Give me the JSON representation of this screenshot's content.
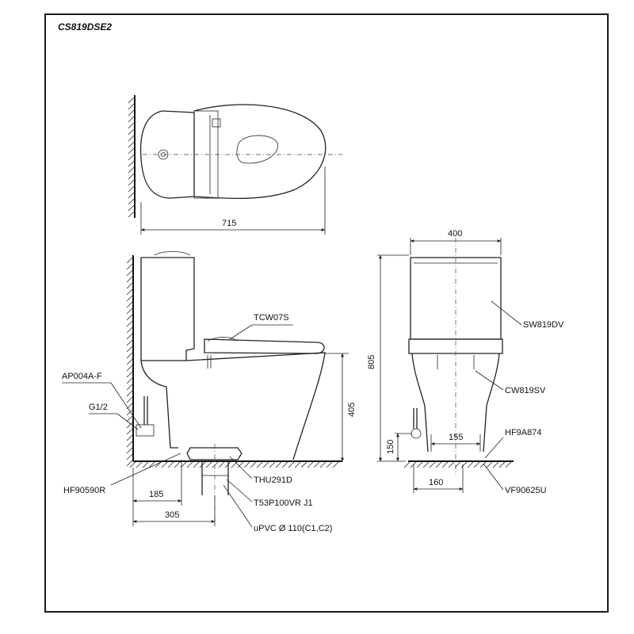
{
  "model": "CS819DSE2",
  "dimensions": {
    "top_width": "715",
    "front_width": "400",
    "total_height": "805",
    "seat_height": "405",
    "inlet_height": "150",
    "inlet_spacing": "155",
    "base_offset": "160",
    "wall_to_outlet_a": "185",
    "wall_to_outlet_b": "305"
  },
  "parts": {
    "seat": "TCW07S",
    "angle_valve": "AP004A-F",
    "thread": "G1/2",
    "hose": "HF90590R",
    "flange": "THU291D",
    "adapter": "T53P100VR J1",
    "pipe": "uPVC Ø 110(C1,C2)",
    "tank": "SW819DV",
    "bowl": "CW819SV",
    "hose_front": "HF9A874",
    "valve_front": "VF90625U"
  }
}
